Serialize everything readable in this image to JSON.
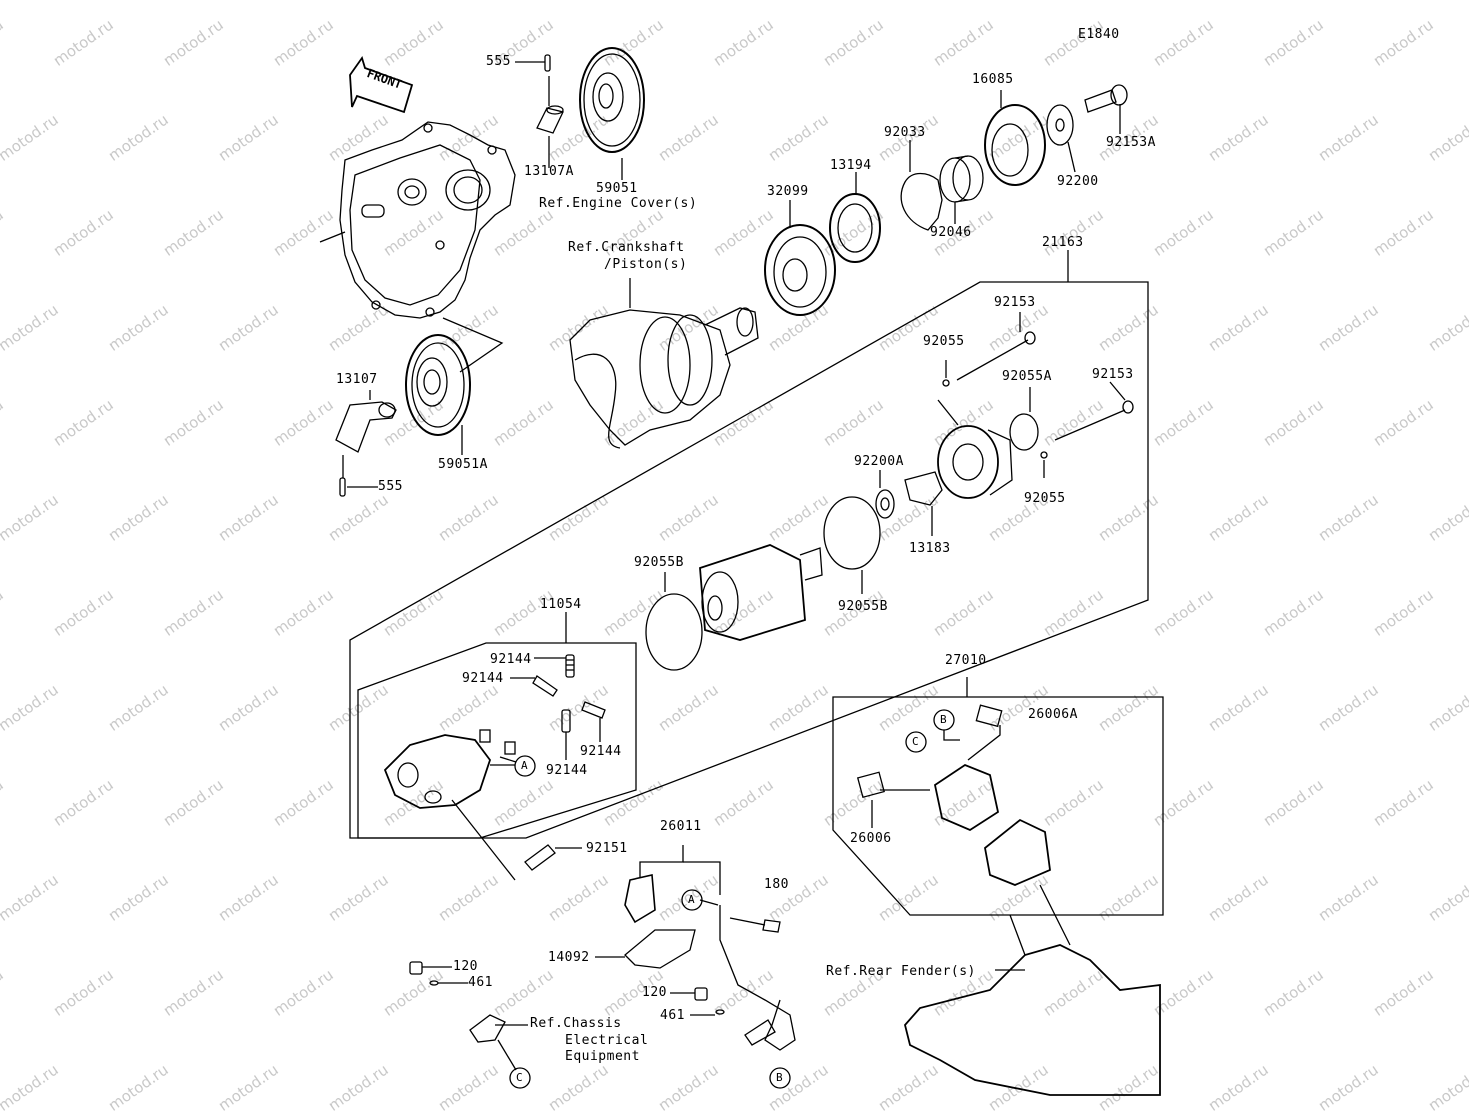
{
  "diagram_id": "E1840",
  "front_label": "FRONT",
  "watermark": "motod.ru",
  "parts": {
    "p555a": "555",
    "p13107A": "13107A",
    "p59051": "59051",
    "p13107": "13107",
    "p555b": "555",
    "p59051A": "59051A",
    "p16085": "16085",
    "p92153A": "92153A",
    "p92033": "92033",
    "p13194": "13194",
    "p32099": "32099",
    "p92200": "92200",
    "p92046": "92046",
    "p21163": "21163",
    "p92153a": "92153",
    "p92055a": "92055",
    "p92055A": "92055A",
    "p92153b": "92153",
    "p92200A": "92200A",
    "p92055b": "92055",
    "p13183": "13183",
    "p92055Ba": "92055B",
    "p92055Bb": "92055B",
    "p11054": "11054",
    "p92144a": "92144",
    "p92144b": "92144",
    "p92144c": "92144",
    "p92144d": "92144",
    "p92151": "92151",
    "p27010": "27010",
    "p26006A": "26006A",
    "p26006": "26006",
    "p26011": "26011",
    "p180": "180",
    "p14092": "14092",
    "p120a": "120",
    "p461a": "461",
    "p120b": "120",
    "p461b": "461"
  },
  "refs": {
    "engine_cover": "Ref.Engine Cover(s)",
    "crankshaft_1": "Ref.Crankshaft",
    "crankshaft_2": "/Piston(s)",
    "rear_fender": "Ref.Rear Fender(s)",
    "chassis_1": "Ref.Chassis",
    "chassis_2": "Electrical",
    "chassis_3": "Equipment"
  },
  "callouts": {
    "A1": "A",
    "A2": "A",
    "B1": "B",
    "B2": "B",
    "C1": "C",
    "C2": "C"
  }
}
